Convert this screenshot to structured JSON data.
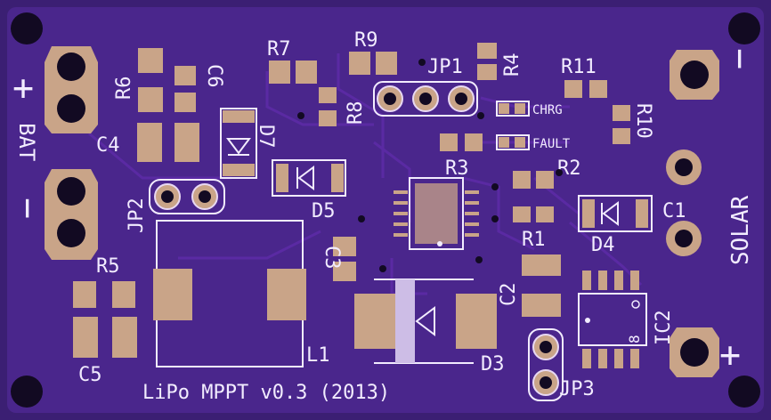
{
  "board": {
    "title": "LiPo MPPT v0.3 (2013)",
    "colors": {
      "board": "#4a268c",
      "copper_pour": "#3b1f73",
      "pad": "#c9a488",
      "silkscreen": "#f2ecff",
      "hole": "#120a22"
    }
  },
  "labels": {
    "plus_left": "+",
    "bat": "BAT",
    "minus_left": "−",
    "minus_right": "−",
    "plus_right": "+",
    "solar": "SOLAR",
    "chrg": "CHRG",
    "fault": "FAULT",
    "ic2_pin": "8"
  },
  "components": {
    "R6": "R6",
    "C6": "C6",
    "C4": "C4",
    "D7": "D7",
    "JP2": "JP2",
    "R7": "R7",
    "R9": "R9",
    "R8": "R8",
    "JP1": "JP1",
    "R4": "R4",
    "R11": "R11",
    "R10": "R10",
    "R3": "R3",
    "R2": "R2",
    "D5": "D5",
    "C1": "C1",
    "D4": "D4",
    "C3": "C3",
    "R1": "R1",
    "R5": "R5",
    "C2": "C2",
    "IC2": "IC2",
    "L1": "L1",
    "C5": "C5",
    "D3": "D3",
    "JP3": "JP3"
  }
}
